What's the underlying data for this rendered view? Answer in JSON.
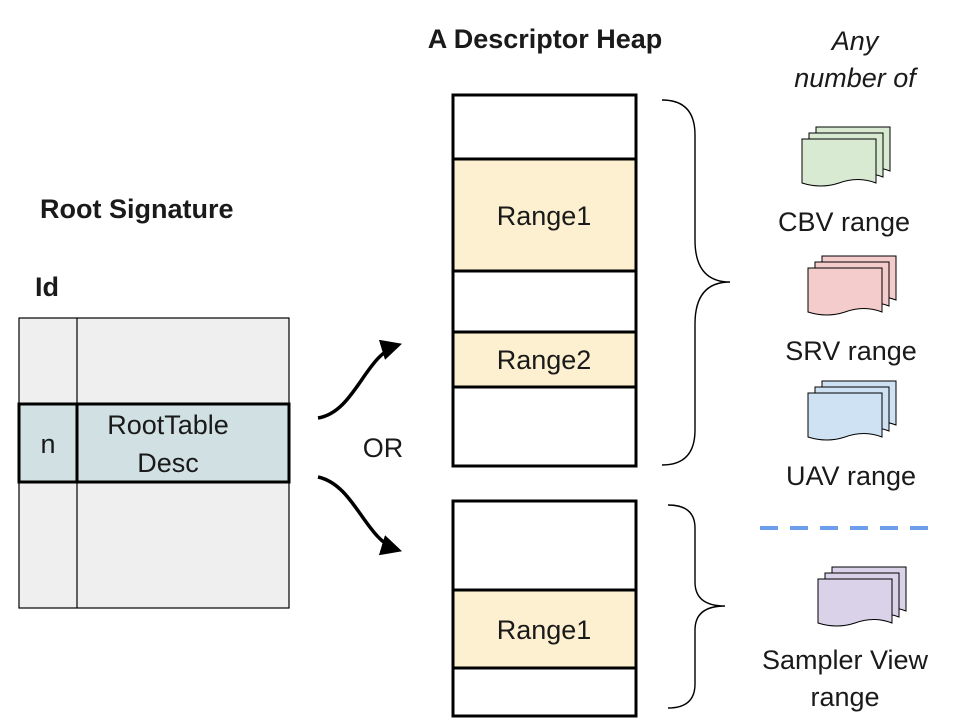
{
  "header": {
    "heap_title": "A Descriptor Heap",
    "any_number_line1": "Any",
    "any_number_line2": "number of"
  },
  "root_signature": {
    "title": "Root Signature",
    "id_label": "Id",
    "row_id": "n",
    "row_desc_line1": "RootTable",
    "row_desc_line2": "Desc"
  },
  "connector": {
    "or_label": "OR"
  },
  "heap_top": {
    "range1": "Range1",
    "range2": "Range2"
  },
  "heap_bottom": {
    "range1": "Range1"
  },
  "range_types": {
    "cbv": "CBV range",
    "srv": "SRV range",
    "uav": "UAV range",
    "sampler_line1": "Sampler View",
    "sampler_line2": "range"
  },
  "colors": {
    "range_fill": "#fdf0d0",
    "row_fill": "#d0e0e3",
    "table_fill": "#efefef",
    "cbv": "#d9ead3",
    "srv": "#f4cccc",
    "uav": "#cfe2f3",
    "sampler": "#d9d2e9",
    "dash": "#6d9eeb"
  }
}
